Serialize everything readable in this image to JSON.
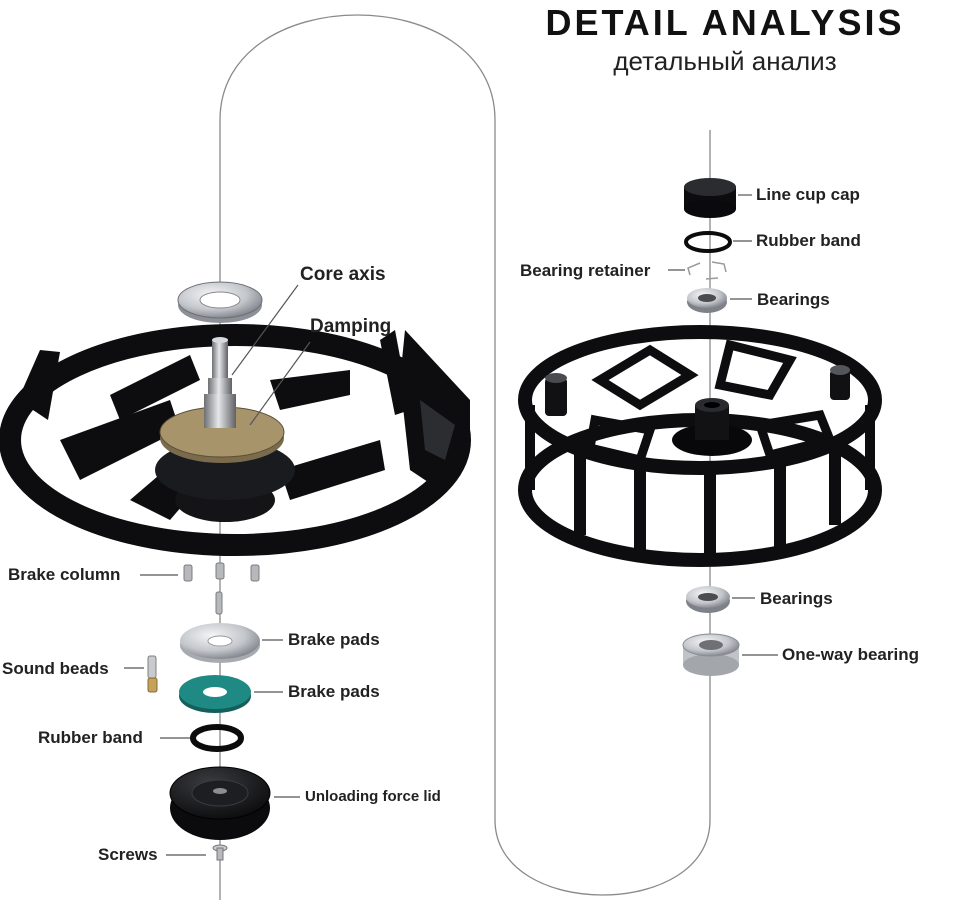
{
  "header": {
    "title": "DETAIL ANALYSIS",
    "subtitle": "детальный анализ"
  },
  "left_assembly": {
    "core_axis": "Core axis",
    "damping": "Damping",
    "brake_column": "Brake column",
    "brake_pads_1": "Brake pads",
    "sound_beads": "Sound beads",
    "brake_pads_2": "Brake pads",
    "rubber_band": "Rubber band",
    "unloading_force_lid": "Unloading force lid",
    "screws": "Screws"
  },
  "right_assembly": {
    "line_cup_cap": "Line cup cap",
    "rubber_band": "Rubber band",
    "bearing_retainer": "Bearing retainer",
    "bearings_top": "Bearings",
    "bearings_bottom": "Bearings",
    "one_way_bearing": "One-way bearing"
  },
  "colors": {
    "reel_body": "#0d0d0f",
    "metal": "#c9ccd1",
    "brass": "#a8946a",
    "teal_pad": "#1f8a84",
    "line": "#888888"
  }
}
